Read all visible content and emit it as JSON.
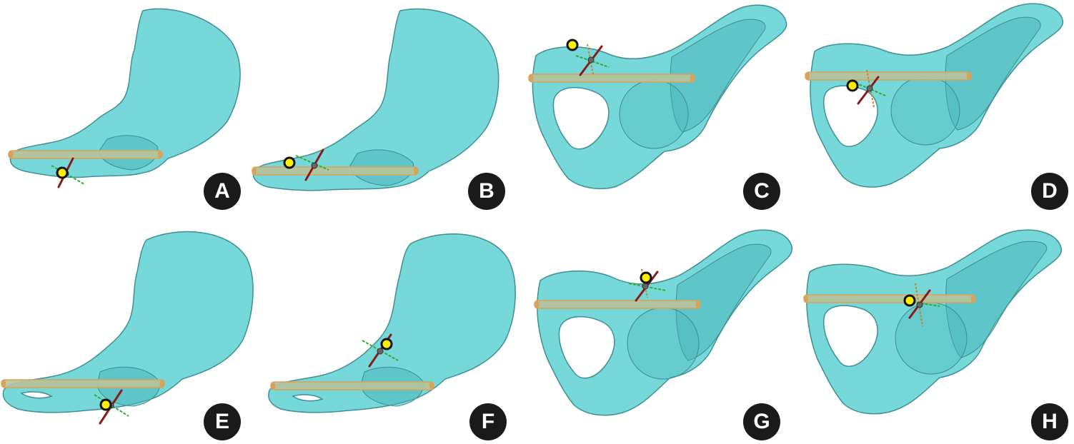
{
  "figure": {
    "panels": [
      {
        "label": "A",
        "view": "lateral",
        "rod": "low",
        "marker": "bottom"
      },
      {
        "label": "B",
        "view": "lateral",
        "rod": "low",
        "marker": "rod"
      },
      {
        "label": "C",
        "view": "frontal",
        "rod": "high",
        "marker": "top"
      },
      {
        "label": "D",
        "view": "frontal",
        "rod": "high",
        "marker": "rod"
      },
      {
        "label": "E",
        "view": "lateral",
        "rod": "low",
        "marker": "bottom"
      },
      {
        "label": "F",
        "view": "lateral",
        "rod": "low",
        "marker": "notch"
      },
      {
        "label": "G",
        "view": "frontal",
        "rod": "high",
        "marker": "top"
      },
      {
        "label": "H",
        "view": "frontal",
        "rod": "high",
        "marker": "rod"
      }
    ],
    "colors": {
      "bone_fill": "#6fd6d6",
      "bone_stroke": "#3f8f95",
      "bone_shade": "#4bb7bb",
      "rod": "#b9c39a",
      "rod_end": "#d9a35a",
      "marker_fill": "#ffee00",
      "marker_stroke": "#111111",
      "axis_red": "#8b1a1a",
      "axis_green": "#2fae2f",
      "axis_orange": "#c8862a",
      "badge_bg": "#1a1a1a",
      "badge_text": "#ffffff"
    }
  }
}
